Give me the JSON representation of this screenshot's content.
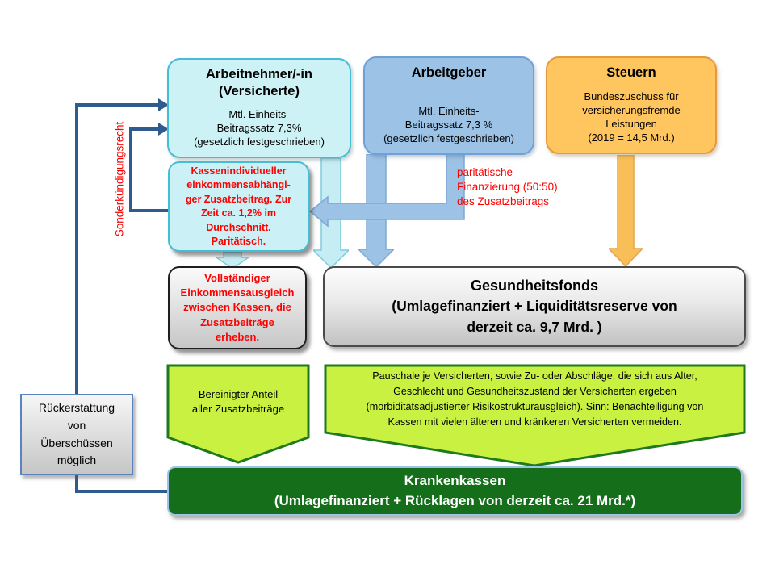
{
  "nodes": {
    "arbeitnehmer": {
      "title": "Arbeitnehmer/-in\n(Versicherte)",
      "body": "Mtl. Einheits-\nBeitragssatz 7,3%\n(gesetzlich festgeschrieben)"
    },
    "arbeitgeber": {
      "title": "Arbeitgeber",
      "body": "Mtl. Einheits-\nBeitragssatz 7,3 %\n(gesetzlich festgeschrieben)"
    },
    "steuern": {
      "title": "Steuern",
      "body": "Bundeszuschuss für\nversicherungsfremde\nLeistungen\n(2019 = 14,5 Mrd.)"
    },
    "zusatzbeitrag": {
      "body": "Kassenindividueller\neinkommensabhängi-\nger  Zusatzbeitrag. Zur\nZeit ca. 1,2% im\nDurchschnitt.\nParitätisch."
    },
    "einkommensausgleich": {
      "body": "Vollständiger\nEinkommensausgleich\nzwischen Kassen, die\nZusatzbeiträge\nerheben."
    },
    "gesundheitsfonds": {
      "title": "Gesundheitsfonds",
      "body": "(Umlagefinanziert + Liquiditätsreserve von\nderzeit ca. 9,7 Mrd. )"
    },
    "bereinigter_anteil": {
      "body": "Bereinigter Anteil\naller Zusatzbeiträge"
    },
    "pauschale": {
      "body": "Pauschale je Versicherten,  sowie Zu- oder  Abschläge, die sich aus Alter,\nGeschlecht und  Gesundheitszustand  der Versicherten  ergeben\n(morbiditätsadjustierter  Risikostrukturausgleich). Sinn: Benachteiligung von\nKassen mit vielen älteren und kränkeren  Versicherten vermeiden."
    },
    "krankenkassen": {
      "title": "Krankenkassen",
      "body": "(Umlagefinanziert + Rücklagen von derzeit  ca. 21 Mrd.*)"
    },
    "rueckerstattung": {
      "body": "Rückerstattung\nvon\nÜberschüssen\nmöglich"
    }
  },
  "annotations": {
    "paritaetische_finanzierung": "paritätische\nFinanzierung (50:50)\ndes Zusatzbeitrags",
    "sonderkuendigungsrecht": "Sonderkündigungsrecht"
  },
  "colors": {
    "cyan_fill": "#CDF2F6",
    "cyan_border": "#45BDD4",
    "blue_fill": "#9CC3E6",
    "blue_border": "#6FA0D6",
    "orange_fill": "#FFC55E",
    "orange_border": "#E59B3C",
    "yellow_green_fill": "#C9F142",
    "dark_green_border": "#1F7A1F",
    "dark_green_fill": "#156F1A",
    "connector_blue": "#2E5C8F",
    "red_text": "#FF0000"
  }
}
